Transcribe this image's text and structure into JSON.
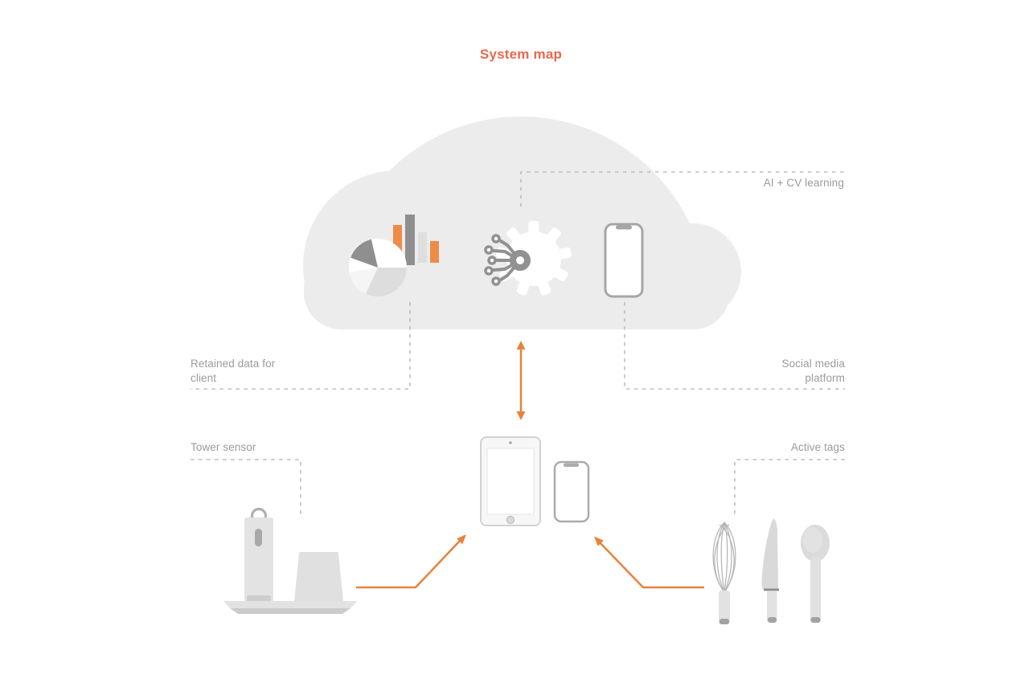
{
  "title": "System map",
  "annotations": {
    "ai_cv_learning": "AI + CV learning",
    "retained_data_for_client": "Retained data for client",
    "social_media_platform": "Social media platform",
    "tower_sensor": "Tower sensor",
    "active_tags": "Active tags"
  },
  "colors": {
    "title_orange": "#E9694C",
    "arrow_orange": "#E8823C",
    "bar_orange": "#EE8B49",
    "cloud_gray": "#ECECEC",
    "icon_dark_gray": "#8F8F8F",
    "icon_mid_gray": "#ABABAB",
    "icon_light_gray": "#DEDEDE",
    "dashed_line_gray": "#BDBDBD",
    "label_gray": "#9B9B9B"
  },
  "icons": {
    "cloud": "cloud-shape",
    "analytics": "pie-and-bar-chart-icon",
    "ai": "ai-circuit-gear-icon",
    "cloud_device": "smartphone-icon",
    "hub_tablet": "tablet-icon",
    "hub_phone": "smartphone-icon",
    "sensor": "tower-sensor-icon",
    "utensils": [
      "whisk-icon",
      "knife-icon",
      "spoon-icon"
    ]
  }
}
